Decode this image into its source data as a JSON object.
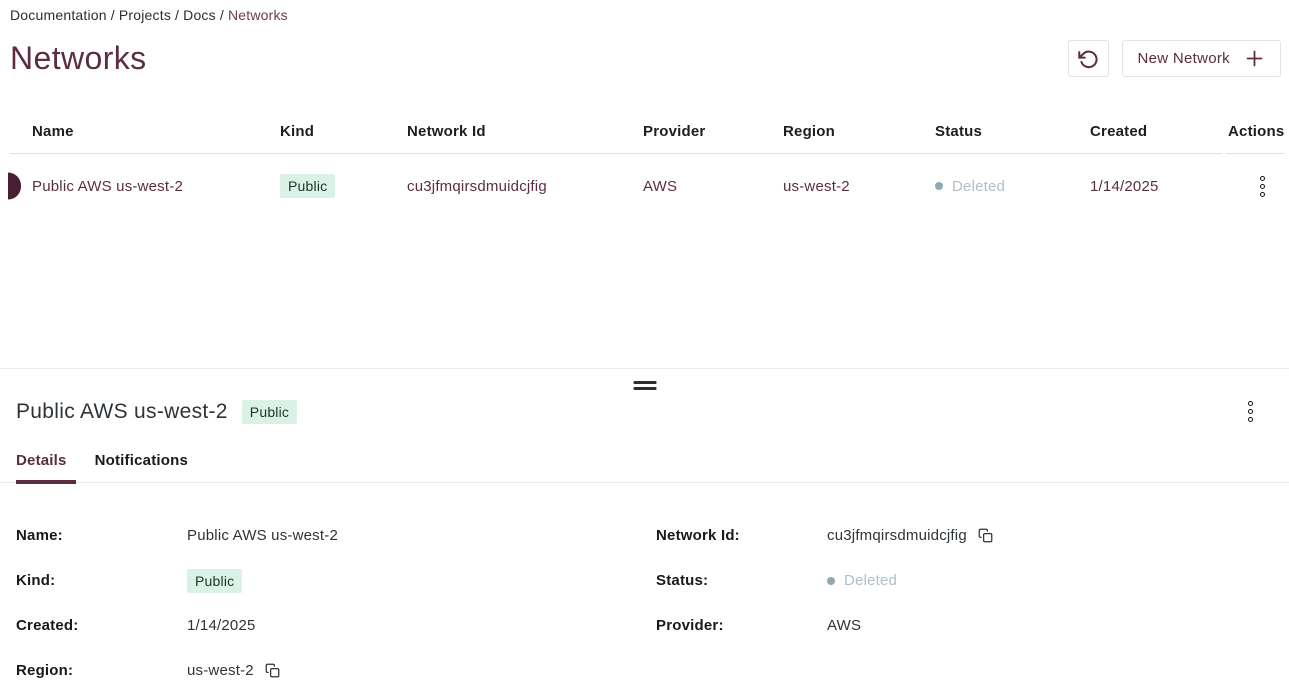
{
  "colors": {
    "brand": "#5b2d42",
    "row_marker": "#471f33",
    "badge_bg": "#d9f2e5",
    "badge_text": "#1c352a",
    "status_deleted_text": "#b0bfca",
    "status_deleted_dot": "#8fa7b5",
    "border": "#e3e3e3"
  },
  "icons": {
    "refresh": "rotate-ccw-icon",
    "add": "plus-icon",
    "row_menu": "kebab-menu-icon",
    "drawer_menu": "kebab-menu-icon",
    "copy": "copy-icon",
    "drag": "drag-handle-icon",
    "status": "dot-icon"
  },
  "breadcrumb": {
    "separator": "/",
    "item1": "Documentation",
    "item2": "Projects",
    "item3": "Docs",
    "current": "Networks"
  },
  "header": {
    "title": "Networks",
    "new_network_label": "New Network"
  },
  "table": {
    "columns": [
      "Name",
      "Kind",
      "Network Id",
      "Provider",
      "Region",
      "Status",
      "Created",
      "Actions"
    ],
    "rows": [
      {
        "name": "Public AWS us-west-2",
        "kind": "Public",
        "network_id": "cu3jfmqirsdmuidcjfig",
        "provider": "AWS",
        "region": "us-west-2",
        "status": "Deleted",
        "created": "1/14/2025"
      }
    ]
  },
  "drawer": {
    "title": "Public AWS us-west-2",
    "badge": "Public",
    "tabs": [
      {
        "label": "Details",
        "active": true
      },
      {
        "label": "Notifications",
        "active": false
      }
    ],
    "details": {
      "left": [
        {
          "label": "Name:",
          "value": "Public AWS us-west-2"
        },
        {
          "label": "Kind:",
          "value": "Public"
        },
        {
          "label": "Created:",
          "value": "1/14/2025"
        },
        {
          "label": "Region:",
          "value": "us-west-2"
        }
      ],
      "right": [
        {
          "label": "Network Id:",
          "value": "cu3jfmqirsdmuidcjfig"
        },
        {
          "label": "Status:",
          "value": "Deleted"
        },
        {
          "label": "Provider:",
          "value": "AWS"
        }
      ]
    }
  }
}
